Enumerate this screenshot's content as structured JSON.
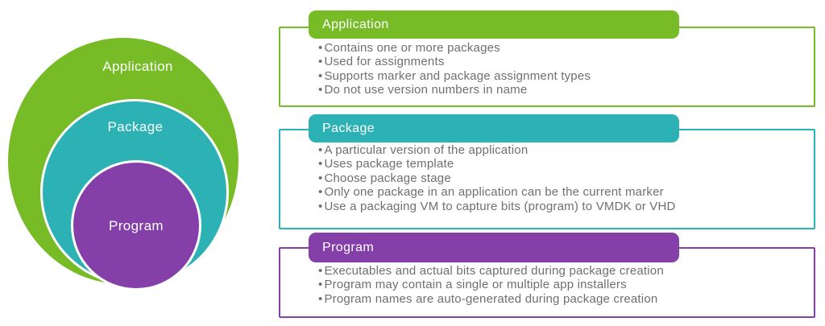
{
  "ui": {
    "bullet_char": "•"
  },
  "colors": {
    "application_green": "#77bc27",
    "package_teal": "#2cb2b4",
    "program_purple": "#8440a8",
    "body_text_gray": "#6e6f72",
    "header_text_white": "#ffffff"
  },
  "venn": {
    "outer_label": "Application",
    "middle_label": "Package",
    "inner_label": "Program"
  },
  "sections": [
    {
      "title": "Application",
      "bullets": [
        "Contains one or more packages",
        "Used for assignments",
        "Supports marker and package assignment types",
        "Do not use version numbers in name"
      ]
    },
    {
      "title": "Package",
      "bullets": [
        "A particular version of the application",
        "Uses package template",
        "Choose package stage",
        "Only one package in an application can be the current marker",
        "Use a packaging VM to capture bits (program) to VMDK or VHD"
      ]
    },
    {
      "title": "Program",
      "bullets": [
        "Executables and actual bits captured during package creation",
        "Program may contain a single or multiple app installers",
        "Program names are auto-generated during package creation"
      ]
    }
  ]
}
